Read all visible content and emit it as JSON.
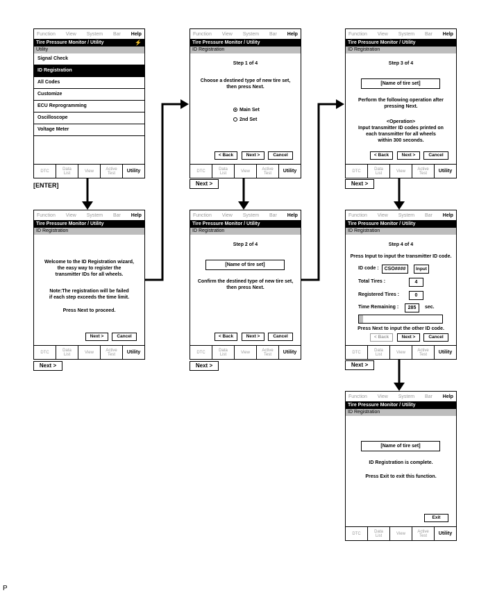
{
  "menu": [
    "Function",
    "View",
    "System",
    "Bar",
    "Help"
  ],
  "title": "Tire Pressure Monitor / Utility",
  "tabs": {
    "dtc": "DTC",
    "data_list": [
      "Data",
      "List"
    ],
    "view": "View",
    "active_test": [
      "Active",
      "Test"
    ],
    "utility": "Utility"
  },
  "screen1": {
    "subtitle": "Utility",
    "items": [
      "Signal Check",
      "ID Registration",
      "All Codes",
      "Customize",
      "ECU Reprogramming",
      "Oscilloscope",
      "Voltage Meter"
    ],
    "selected": "ID Registration"
  },
  "enter_label": "[ENTER]",
  "next_outer": "Next >",
  "wizard_subtitle": "ID Registration",
  "screen2": {
    "lines": [
      "Welcome to the ID Registration wizard,",
      "the easy way to register the",
      "transmitter IDs for all wheels."
    ],
    "note": [
      "Note:The registration will be failed",
      "if each step exceeds the time limit."
    ],
    "proceed": "Press Next to proceed.",
    "next": "Next >",
    "cancel": "Cancel"
  },
  "screen3": {
    "step": "Step 1 of 4",
    "lines": [
      "Choose a destined type of new tire set,",
      "then press Next."
    ],
    "option1": "Main Set",
    "option2": "2nd Set",
    "back": "< Back",
    "next": "Next >",
    "cancel": "Cancel"
  },
  "screen4": {
    "step": "Step 2 of 4",
    "name_box": "[Name of tire set]",
    "lines": [
      "Confirm the destined type of new tire set,",
      "then press Next."
    ],
    "back": "< Back",
    "next": "Next >",
    "cancel": "Cancel"
  },
  "screen5": {
    "step": "Step 3 of 4",
    "name_box": "[Name of tire set]",
    "lines": [
      "Perform the following operation after",
      "pressing Next."
    ],
    "operation_title": "<Operation>",
    "operation": [
      "Input transmitter ID codes printed on",
      "each transmitter for all wheels",
      "within 300 seconds."
    ],
    "back": "< Back",
    "next": "Next >",
    "cancel": "Cancel"
  },
  "screen6": {
    "step": "Step 4 of 4",
    "instruction": "Press Input to input the transmitter ID code.",
    "id_code_label": "ID code :",
    "id_code_value": "CSO####",
    "input_btn": "Input",
    "total_tires_label": "Total Tires :",
    "total_tires": "4",
    "registered_label": "Registered Tires :",
    "registered": "0",
    "time_label": "Time Remaining :",
    "time_value": "285",
    "time_unit": "sec.",
    "progress": 0.05,
    "footer": "Press Next to input the other ID code.",
    "back": "< Back",
    "next": "Next >",
    "cancel": "Cancel"
  },
  "screen7": {
    "name_box": "[Name of tire set]",
    "complete": "ID Registration is complete.",
    "exit_text": "Press Exit to exit this function.",
    "exit_btn": "Exit"
  },
  "footer_letter": "P"
}
